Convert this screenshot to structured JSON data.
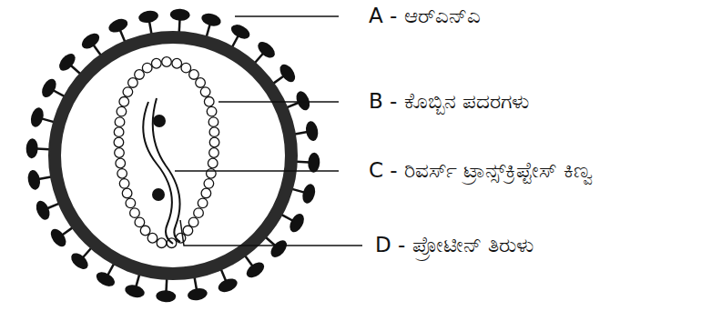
{
  "diagram": {
    "labels": [
      "A - ಆರ್‌ಎನ್‌ಎ",
      "B - ಕೊಬ್ಬಿನ ಪದರಗಳು",
      "C - ರಿವರ್ಸ್ ಟ್ರಾನ್ಸ್‌ಕ್ರಿಪ್ಟೇಸ್ ಕಿಣ್ವ",
      "D - ಪ್ರೋಟೀನ್ ತಿರುಳು"
    ]
  }
}
